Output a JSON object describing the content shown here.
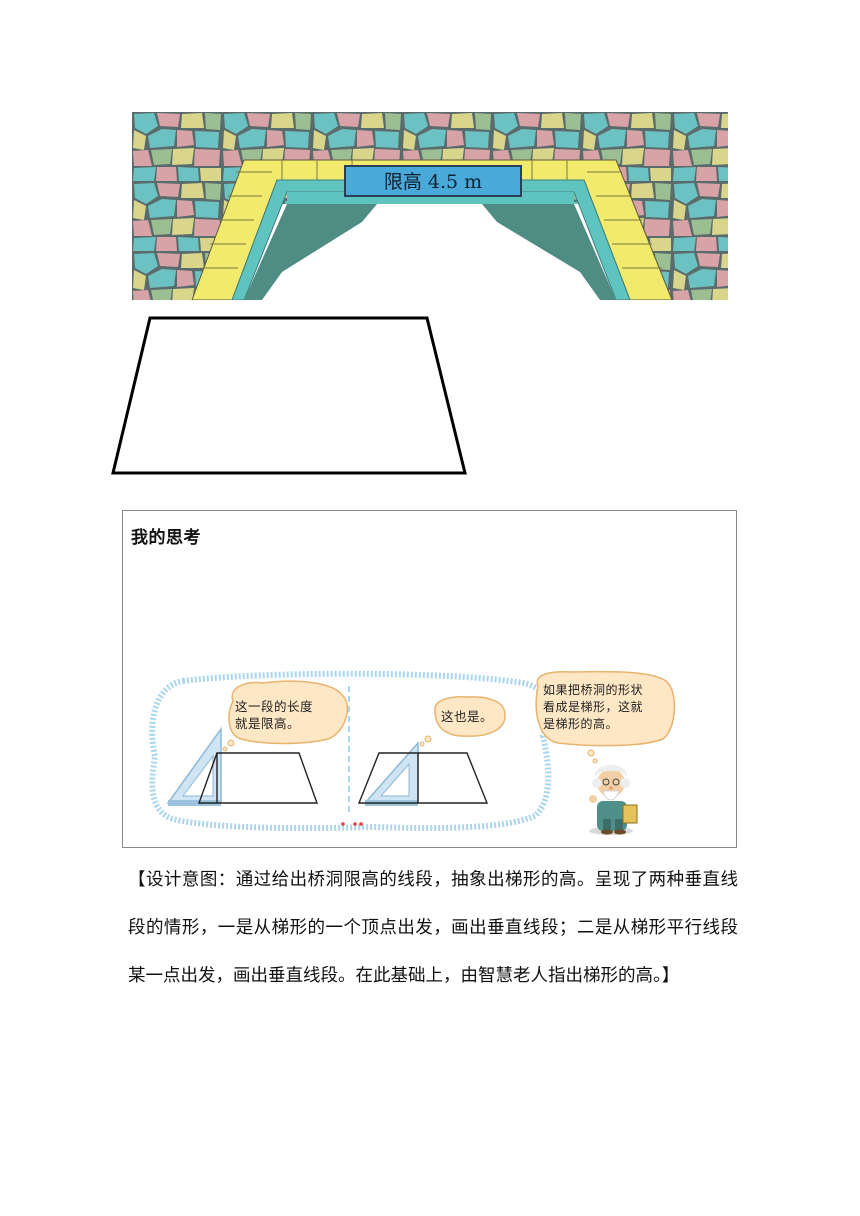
{
  "bridge_sign": "限高 4.5 m",
  "think_title": "我的思考",
  "bubbles": {
    "left_line1": "这一段的长度",
    "left_line2": "就是限高。",
    "middle": "这也是。",
    "right_line1": "如果把桥洞的形状",
    "right_line2": "看成是梯形，这就",
    "right_line3": "是梯形的高。"
  },
  "design_note": "【设计意图：通过给出桥洞限高的线段，抽象出梯形的高。呈现了两种垂直线段的情形，一是从梯形的一个顶点出发，画出垂直线段；二是从梯形平行线段某一点出发，画出垂直线段。在此基础上，由智慧老人指出梯形的高。】",
  "colors": {
    "stone_blue": "#6cc1c2",
    "stone_pink": "#d8a3a6",
    "stone_yellow": "#d9d58a",
    "brick_yellow": "#f1ea6c",
    "arch_teal": "#5fc4c0",
    "tunnel_dark": "#4f8d84",
    "sign_blue": "#49a9d9",
    "dotted_border": "#a9d6f0"
  }
}
